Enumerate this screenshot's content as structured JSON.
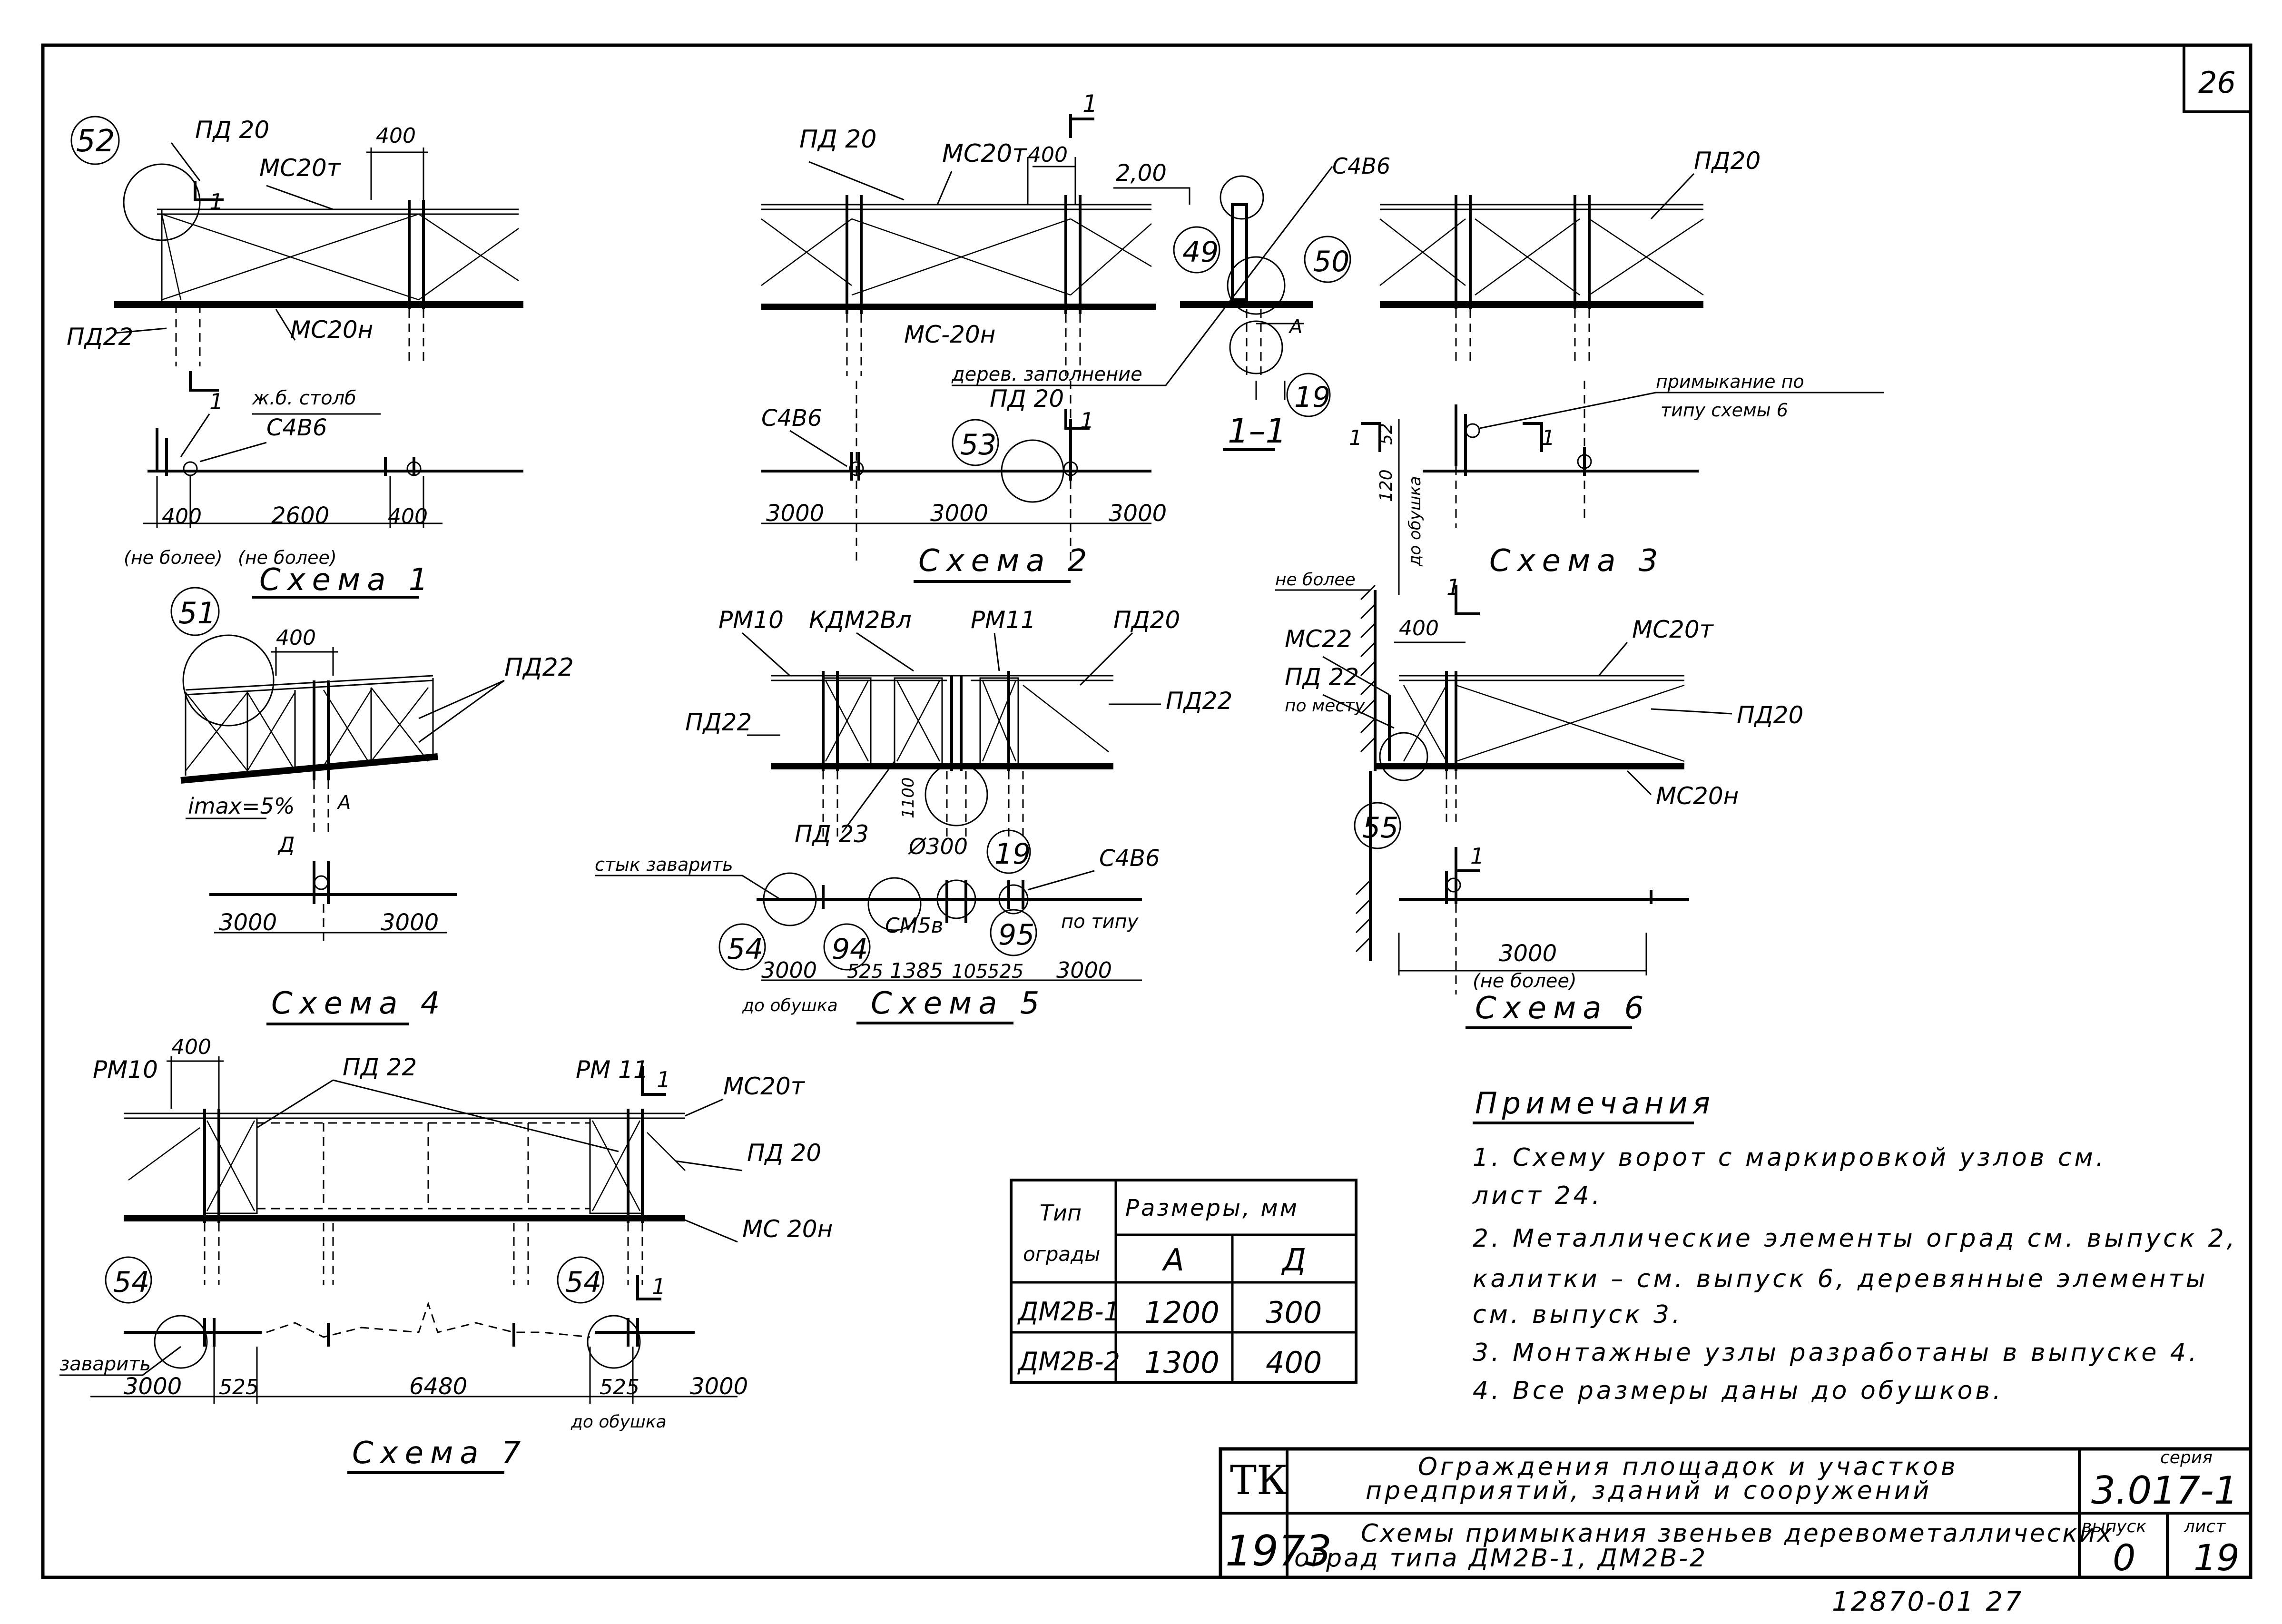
{
  "sheet_number": "26",
  "schemes": {
    "s1": {
      "title": "Схема 1",
      "callout": "52",
      "labels": {
        "pd20": "ПД 20",
        "ms20t": "МС20т",
        "ms20n": "МС20н",
        "pd22": "ПД22",
        "d400": "400",
        "section": "1",
        "post": "ж.б. столб",
        "c4v6": "С4В6"
      },
      "dims": [
        "400",
        "2600",
        "400"
      ],
      "notes": [
        "(не более)",
        "(не более)"
      ]
    },
    "s2": {
      "title": "Схема 2",
      "callouts": [
        "49",
        "50",
        "19",
        "53"
      ],
      "labels": {
        "pd20": "ПД 20",
        "ms20t": "МС20т",
        "ms20n": "МС-20н",
        "d400": "400",
        "elev": "2,00",
        "fill": "дерев. заполнение",
        "pd20b": "ПД 20",
        "c4v6a": "С4В6",
        "c4v6b": "С4В6",
        "section": "1",
        "a": "А",
        "cut": "1–1"
      },
      "dims": [
        "3000",
        "3000",
        "3000"
      ]
    },
    "s3": {
      "title": "Схема 3",
      "labels": {
        "pd20": "ПД20",
        "abut1": "примыкание по",
        "abut2": "типу схемы 6",
        "d52": "52",
        "d120": "120",
        "to_edge": "до обушка",
        "sec": "1"
      }
    },
    "s4": {
      "title": "Схема 4",
      "callout": "51",
      "labels": {
        "d400": "400",
        "pd22": "ПД22",
        "slope": "imax=5%",
        "d": "Д",
        "a": "А"
      },
      "dims": [
        "3000",
        "3000"
      ]
    },
    "s5": {
      "title": "Схема 5",
      "callouts": [
        "19",
        "54",
        "94",
        "95"
      ],
      "labels": {
        "rm10": "РМ10",
        "kdm": "КДМ2Вл",
        "rm11": "РМ11",
        "pd20": "ПД20",
        "pd22a": "ПД22",
        "pd22b": "ПД22",
        "pd23": "ПД 23",
        "d1100": "1100",
        "dia": "Ø300",
        "weld": "стык заварить",
        "cm5v": "СМ5в",
        "c4v6": "С4В6",
        "type": "по типу",
        "to_edge": "до обушка"
      },
      "dims": [
        "3000",
        "525",
        "1385",
        "105",
        "525",
        "3000"
      ]
    },
    "s6": {
      "title": "Схема 6",
      "callout": "55",
      "labels": {
        "nb": "не более",
        "d400": "400",
        "ms22": "МС22",
        "pd22": "ПД 22",
        "by_place": "по месту",
        "ms20t": "МС20т",
        "pd20": "ПД20",
        "ms20n": "МС20н",
        "sec": "1"
      },
      "dims": [
        "3000"
      ],
      "note": "(не более)"
    },
    "s7": {
      "title": "Схема 7",
      "callouts": [
        "54",
        "54"
      ],
      "labels": {
        "rm10": "РМ10",
        "d400": "400",
        "pd22": "ПД 22",
        "rm11": "РМ 11",
        "ms20t": "МС20т",
        "pd20": "ПД 20",
        "ms20n": "МС 20н",
        "weld": "заварить",
        "to_edge": "до обушка",
        "sec": "1"
      },
      "dims": [
        "3000",
        "525",
        "6480",
        "525",
        "3000"
      ]
    }
  },
  "notes": {
    "heading": "Примечания",
    "lines": [
      "1. Схему ворот с маркировкой узлов см.",
      "лист 24.",
      "2. Металлические элементы оград см. выпуск 2,",
      "калитки – см. выпуск 6, деревянные элементы",
      "см. выпуск 3.",
      "3. Монтажные узлы разработаны в выпуске 4.",
      "4. Все размеры даны до обушков."
    ]
  },
  "table": {
    "col_type": "Тип",
    "col_type2": "ограды",
    "col_dims": "Размеры, мм",
    "col_a": "А",
    "col_d": "Д",
    "rows": [
      {
        "type": "ДМ2В-1",
        "a": "1200",
        "d": "300"
      },
      {
        "type": "ДМ2В-2",
        "a": "1300",
        "d": "400"
      }
    ]
  },
  "title_block": {
    "tk": "ТК",
    "year": "1973",
    "title_line1": "Ограждения площадок и участков",
    "title_line2": "предприятий, зданий и сооружений",
    "desc_line1": "Схемы примыкания звеньев деревометаллических",
    "desc_line2": "оград типа ДМ2В-1, ДМ2В-2",
    "series_label": "серия",
    "series": "3.017-1",
    "issue_label": "выпуск",
    "issue": "0",
    "sheet_label": "лист",
    "sheet": "19"
  },
  "stamp": "12870-01  27"
}
